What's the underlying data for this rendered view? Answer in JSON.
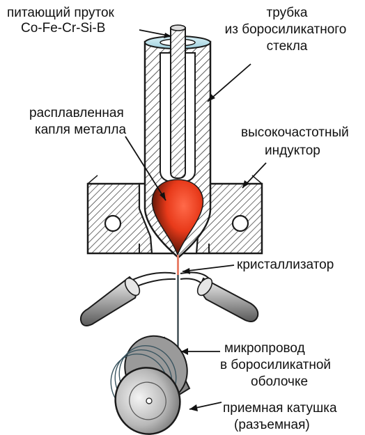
{
  "labels": {
    "feed_rod_line1": "питающий пруток",
    "feed_rod_line2": "Co-Fe-Cr-Si-B",
    "tube_line1": "трубка",
    "tube_line2": "из боросиликатного",
    "tube_line3": "стекла",
    "drop_line1": "расплавленная",
    "drop_line2": "капля металла",
    "inductor_line1": "высокочастотный",
    "inductor_line2": "индуктор",
    "crystallizer": "кристаллизатор",
    "wire_line1": "микропровод",
    "wire_line2": "в боросиликатной",
    "wire_line3": "оболочке",
    "spool_line1": "приемная катушка",
    "spool_line2": "(разъемная)"
  },
  "colors": {
    "outline": "#1a1a1a",
    "hatch": "#333333",
    "drop_hot": "#e83a1a",
    "drop_dark": "#1a0500",
    "glass_top": "#bfe3ee",
    "cooler_gray": "#8a8a8a",
    "spool_gray": "#9a9a9a"
  }
}
